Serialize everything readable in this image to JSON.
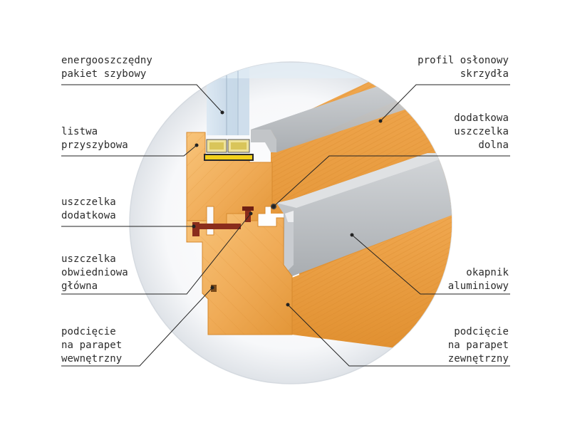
{
  "labels": {
    "energy_glass": [
      "energooszczędny",
      "pakiet szybowy"
    ],
    "glazing_bead": [
      "listwa",
      "przyszybowa"
    ],
    "extra_seal": [
      "uszczelka",
      "dodatkowa"
    ],
    "main_seal": [
      "uszczelka",
      "obwiedniowa",
      "główna"
    ],
    "inner_sill_cut": [
      "podcięcie",
      "na parapet",
      "wewnętrzny"
    ],
    "sash_cover": [
      "profil osłonowy",
      "skrzydła"
    ],
    "bottom_seal": [
      "dodatkowa",
      "uszczelka",
      "dolna"
    ],
    "drip_cap": [
      "okapnik",
      "aluminiowy"
    ],
    "outer_sill_cut": [
      "podcięcie",
      "na parapet",
      "zewnętrzny"
    ]
  },
  "colors": {
    "wood_light": "#f6b862",
    "wood_dark": "#e59a3a",
    "aluminium": "#b9bcbf",
    "aluminium_light": "#d6d8da",
    "glass": "#cfe0ee",
    "seal": "#8a2c1c",
    "spacer": "#f2d01a",
    "leader": "#222222"
  }
}
